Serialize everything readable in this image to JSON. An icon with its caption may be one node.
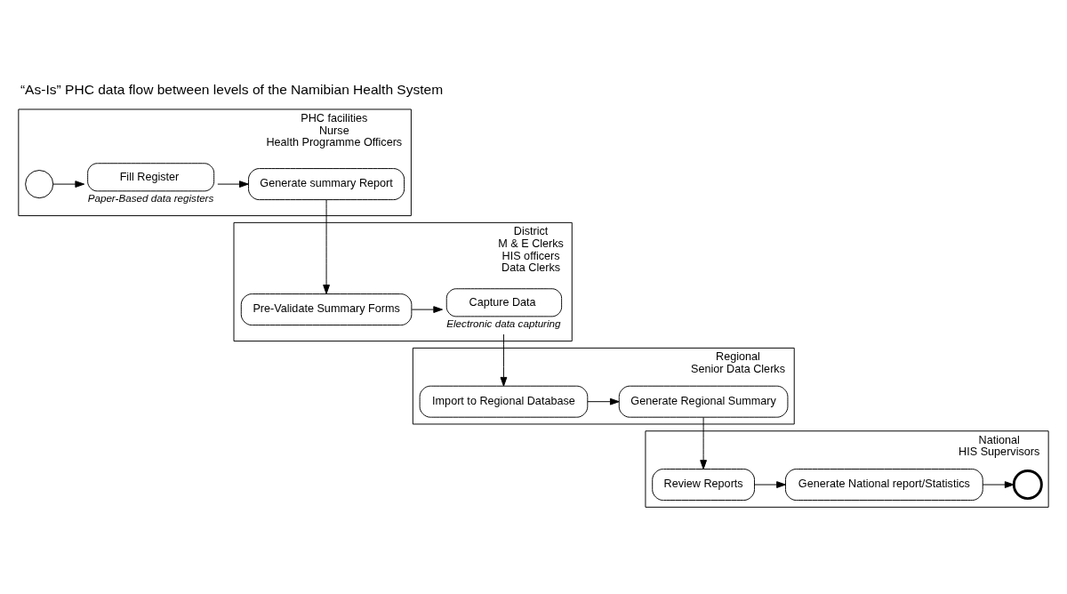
{
  "diagram": {
    "title": "“As-Is” PHC data flow between levels of the Namibian Health System",
    "nodes": [
      {
        "text": [
          "PHC facilities",
          "Nurse",
          "Health Programme Officers"
        ]
      },
      {
        "text": [],
        "shape": "circle",
        "in": 0
      },
      {
        "text": [
          "Fill Register"
        ],
        "in": 0,
        "beside": [
          "Paper-Based data registers"
        ]
      },
      {
        "text": [
          "Generate summary Report"
        ],
        "in": 0
      },
      {
        "text": [
          "District",
          "M & E Clerks",
          "HIS officers",
          "Data Clerks"
        ]
      },
      {
        "text": [
          "Pre-Validate Summary Forms"
        ],
        "in": 4
      },
      {
        "text": [
          "Capture Data"
        ],
        "in": 4,
        "beside": [
          "Electronic data capturing"
        ]
      },
      {
        "text": [
          "Regional",
          "Senior Data Clerks"
        ]
      },
      {
        "text": [
          "Import to Regional Database"
        ],
        "in": 7
      },
      {
        "text": [
          "Generate Regional Summary"
        ],
        "in": 7
      },
      {
        "text": [
          "National",
          "HIS Supervisors"
        ]
      },
      {
        "text": [
          "Review Reports"
        ],
        "in": 10
      },
      {
        "text": [
          "Generate National report/Statistics"
        ],
        "in": 10
      },
      {
        "text": [],
        "shape": "circle",
        "in": 10
      }
    ],
    "edges": [
      {
        "from": 1,
        "to": 2,
        "arrow": "to"
      },
      {
        "from": 2,
        "to": 3,
        "arrow": "to"
      },
      {
        "from": 3,
        "to": 5,
        "arrow": "to"
      },
      {
        "from": 5,
        "to": 6,
        "arrow": "to"
      },
      {
        "from": 6,
        "to": 8,
        "arrow": "to"
      },
      {
        "from": 8,
        "to": 9,
        "arrow": "to"
      },
      {
        "from": 9,
        "to": 11,
        "arrow": "to"
      },
      {
        "from": 11,
        "to": 12,
        "arrow": "to"
      },
      {
        "from": 12,
        "to": 13,
        "arrow": "to"
      }
    ]
  }
}
